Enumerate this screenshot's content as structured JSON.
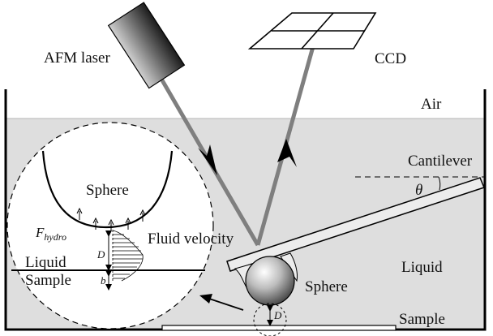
{
  "labels": {
    "afm_laser": "AFM laser",
    "ccd": "CCD",
    "air": "Air",
    "cantilever": "Cantilever",
    "theta": "θ",
    "liquid_right": "Liquid",
    "sphere_right": "Sphere",
    "sample_right": "Sample",
    "d_right": "D",
    "sphere_inset": "Sphere",
    "f_hydro_main": "F",
    "f_hydro_sub": "hydro",
    "fluid_velocity": "Fluid velocity",
    "d_inset": "D",
    "liquid_inset": "Liquid",
    "sample_inset": "Sample",
    "b_inset": "b"
  },
  "colors": {
    "liquid_fill": "#dedede",
    "beam": "#7f7f7f",
    "laser_body_dark": "#1c1c1c",
    "laser_body_light": "#cfcfcf",
    "cantilever_fill": "#ececec",
    "inset_fill": "#ffffff",
    "line": "#000000"
  }
}
